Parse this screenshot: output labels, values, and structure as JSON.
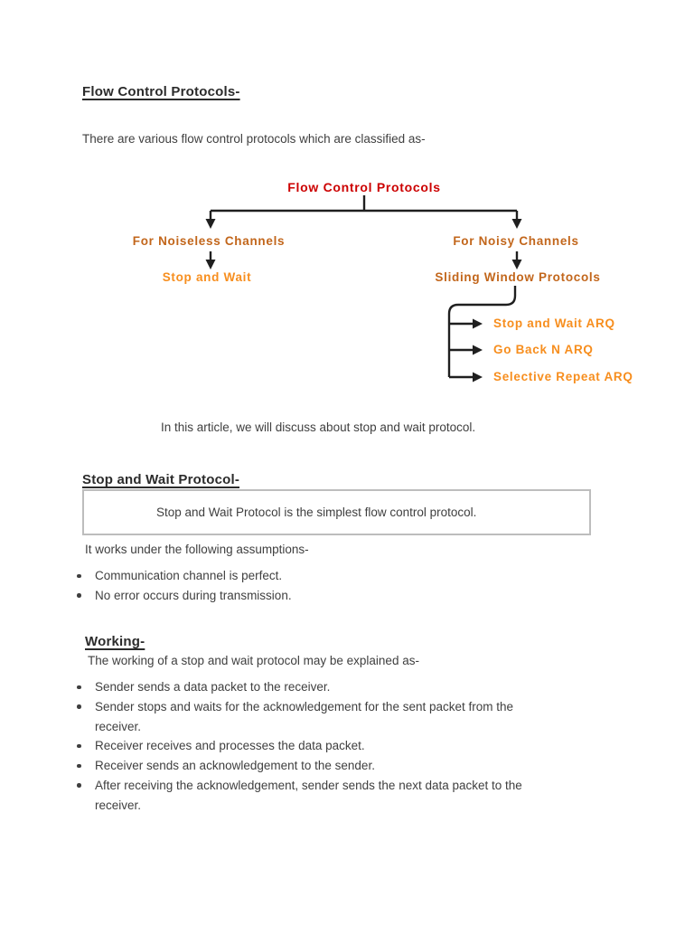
{
  "page": {
    "title": "Flow Control Protocols-",
    "intro": "There are various flow control protocols which are classified as-",
    "article_note": "In this article, we will discuss about stop and wait protocol."
  },
  "diagram": {
    "root": "Flow Control Protocols",
    "left_branch": "For Noiseless Channels",
    "left_leaf": "Stop and Wait",
    "right_branch": "For Noisy Channels",
    "right_leaf": "Sliding Window Protocols",
    "arq_items": [
      "Stop and Wait ARQ",
      "Go Back N ARQ",
      "Selective Repeat ARQ"
    ],
    "colors": {
      "root_text": "#cc0000",
      "branch_text": "#c2661b",
      "leaf_text": "#f78e1e",
      "connector_line": "#1f1f1f"
    }
  },
  "stop_and_wait": {
    "heading": "Stop and Wait Protocol-",
    "definition": "Stop and Wait Protocol is the simplest flow control protocol.",
    "assumptions_intro": "It works under the following assumptions-",
    "assumptions": [
      "Communication channel is perfect.",
      "No error occurs during transmission."
    ]
  },
  "working": {
    "heading": "Working-",
    "intro": "The working of a stop and wait protocol may be explained as-",
    "steps": [
      "Sender sends a data packet to the receiver.",
      "Sender stops and waits for the acknowledgement for the sent packet from the receiver.",
      "Receiver receives and processes the data packet.",
      "Receiver sends an acknowledgement to the sender.",
      "After receiving the acknowledgement, sender sends the next data packet to the receiver."
    ]
  }
}
